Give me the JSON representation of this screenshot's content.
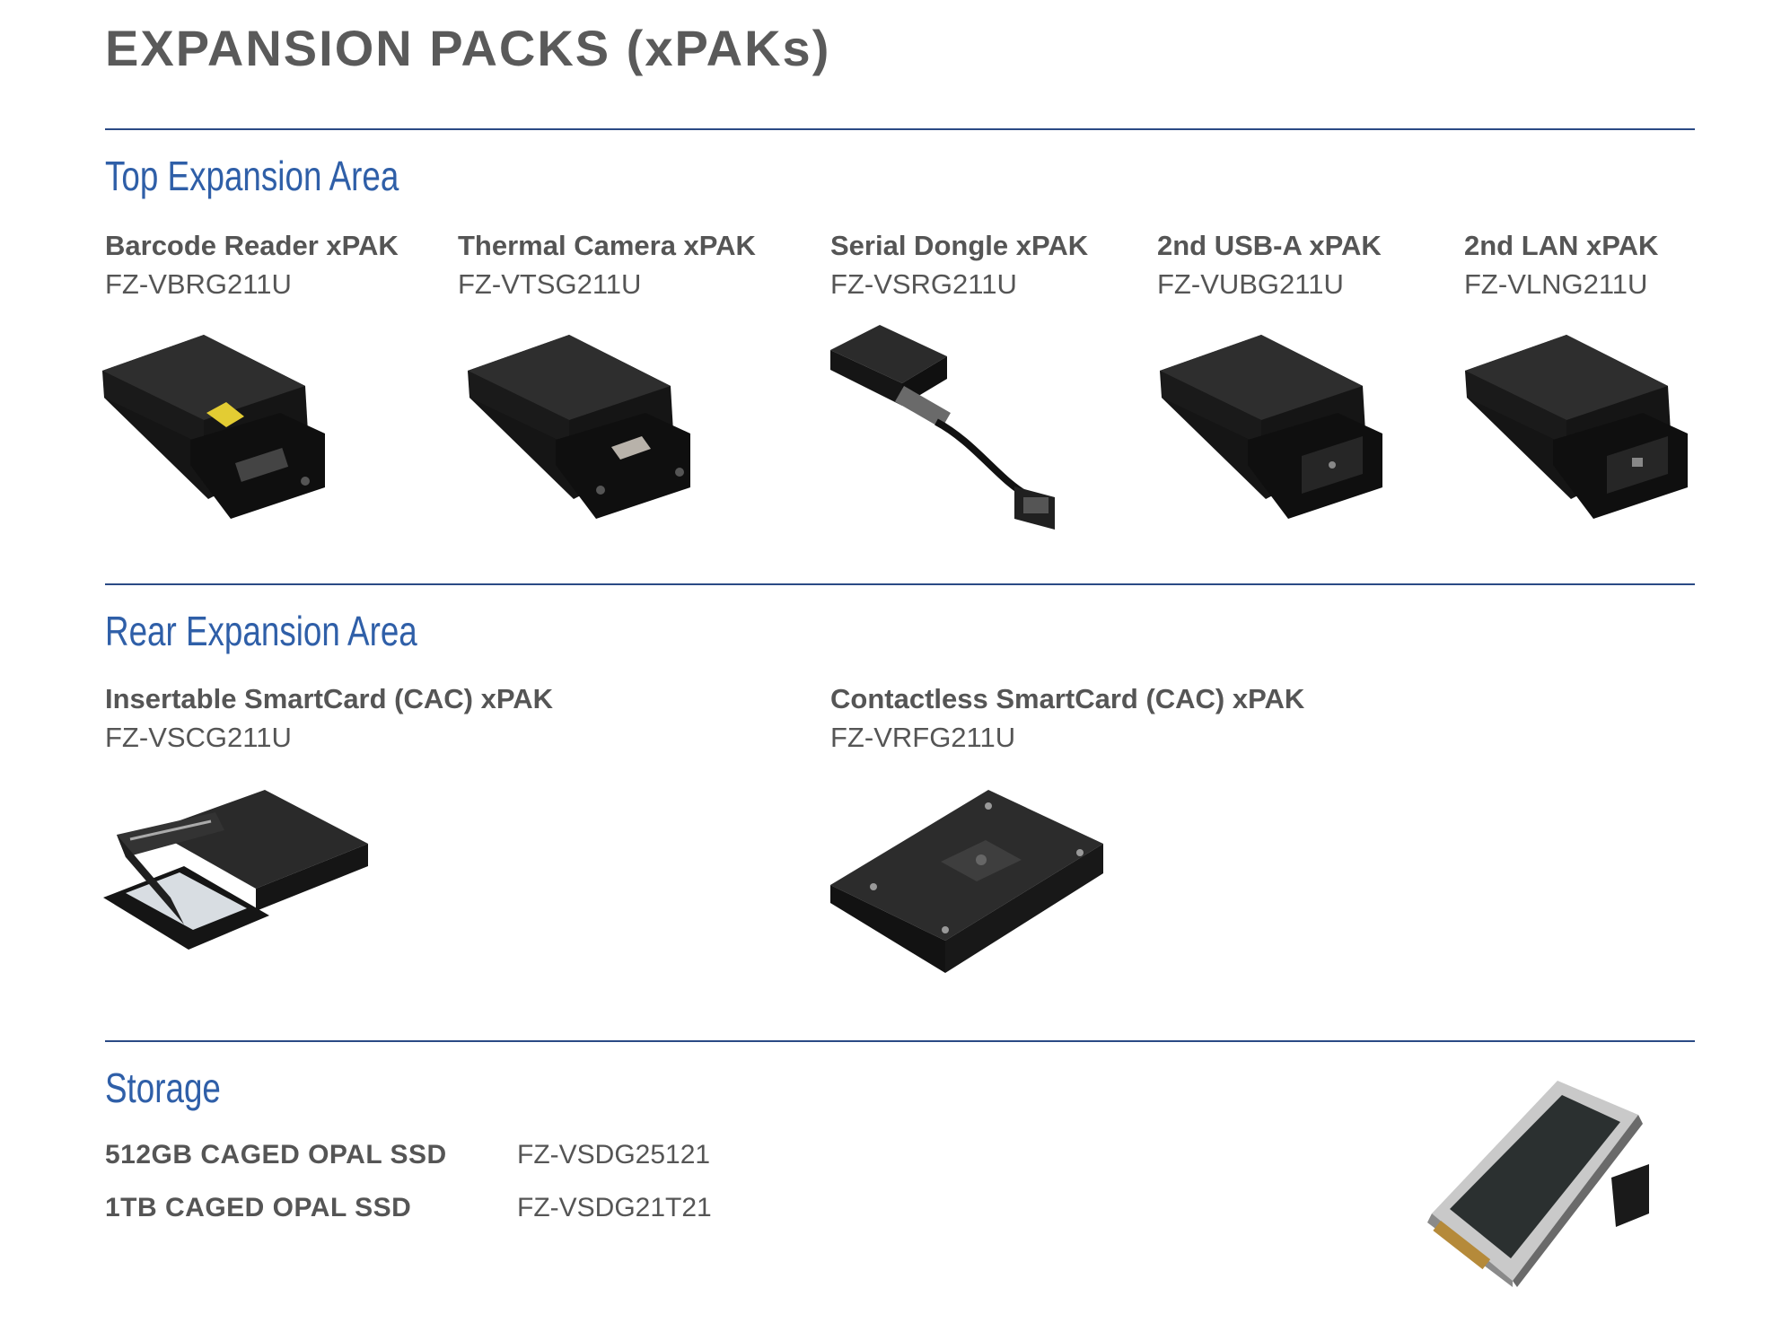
{
  "page": {
    "title": "EXPANSION PACKS (xPAKs)"
  },
  "sections": {
    "top": {
      "title": "Top Expansion Area",
      "products": [
        {
          "name": "Barcode Reader xPAK",
          "code": "FZ-VBRG211U",
          "image": "barcode-reader-xpak-image"
        },
        {
          "name": "Thermal Camera xPAK",
          "code": "FZ-VTSG211U",
          "image": "thermal-camera-xpak-image"
        },
        {
          "name": "Serial Dongle xPAK",
          "code": "FZ-VSRG211U",
          "image": "serial-dongle-xpak-image"
        },
        {
          "name": "2nd USB-A xPAK",
          "code": "FZ-VUBG211U",
          "image": "usb-a-xpak-image"
        },
        {
          "name": "2nd LAN xPAK",
          "code": "FZ-VLNG211U",
          "image": "lan-xpak-image"
        }
      ]
    },
    "rear": {
      "title": "Rear Expansion Area",
      "products": [
        {
          "name": "Insertable SmartCard (CAC) xPAK",
          "code": "FZ-VSCG211U",
          "image": "insertable-smartcard-xpak-image"
        },
        {
          "name": "Contactless SmartCard (CAC) xPAK",
          "code": "FZ-VRFG211U",
          "image": "contactless-smartcard-xpak-image"
        }
      ]
    },
    "storage": {
      "title": "Storage",
      "items": [
        {
          "name": "512GB CAGED OPAL SSD",
          "code": "FZ-VSDG25121"
        },
        {
          "name": "1TB CAGED OPAL SSD",
          "code": "FZ-VSDG21T21"
        }
      ],
      "image": "caged-ssd-image"
    }
  },
  "colors": {
    "accent": "#2f5fa8",
    "rule": "#2b4a85",
    "text": "#555555",
    "device": "#1e1e1e"
  }
}
